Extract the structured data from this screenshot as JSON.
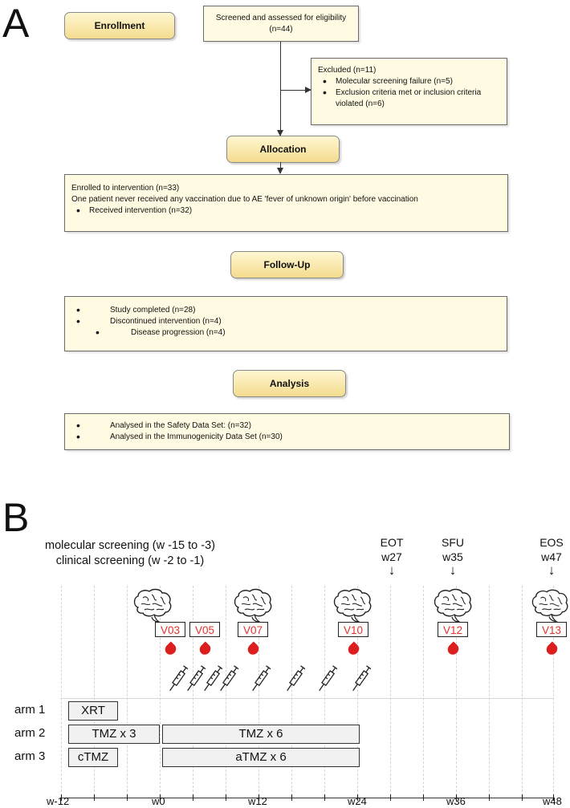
{
  "panel_a": {
    "letter": "A",
    "enrollment": {
      "header": "Enrollment",
      "screened_text": "Screened and assessed for eligibility (n=44)",
      "excluded_title": "Excluded (n=11)",
      "excluded_items": [
        "Molecular screening failure (n=5)",
        "Exclusion criteria met or inclusion criteria violated (n=6)"
      ]
    },
    "allocation": {
      "header": "Allocation",
      "line1": "Enrolled to intervention (n=33)",
      "line2": "One patient never received any vaccination due to AE 'fever of unknown origin' before vaccination",
      "item": "Received intervention (n=32)"
    },
    "followup": {
      "header": "Follow-Up",
      "items": [
        "Study completed (n=28)",
        "Discontinued intervention (n=4)"
      ],
      "subitem": "Disease progression (n=4)"
    },
    "analysis": {
      "header": "Analysis",
      "items": [
        "Analysed in the Safety Data Set: (n=32)",
        "Analysed in the Immunogenicity Data Set (n=30)"
      ]
    }
  },
  "panel_b": {
    "letter": "B",
    "screening_lines": [
      "molecular screening (w -15 to -3)",
      "clinical screening (w -2 to -1)"
    ],
    "milestones": [
      {
        "label": "EOT",
        "week": "w27"
      },
      {
        "label": "SFU",
        "week": "w35"
      },
      {
        "label": "EOS",
        "week": "w47"
      }
    ],
    "visits": [
      "V03",
      "V05",
      "V07",
      "V10",
      "V12",
      "V13"
    ],
    "arms": [
      {
        "name": "arm 1",
        "bars": [
          "XRT"
        ]
      },
      {
        "name": "arm 2",
        "bars": [
          "TMZ x 3",
          "TMZ x 6"
        ]
      },
      {
        "name": "arm 3",
        "bars": [
          "cTMZ",
          "aTMZ x 6"
        ]
      }
    ],
    "timeline_labels": [
      "w-12",
      "w0",
      "w12",
      "w24",
      "w36",
      "w48"
    ],
    "colors": {
      "visit_text": "#e4312b",
      "blood_drop": "#dc1e1e",
      "header_fill": "#f4dc8e",
      "box_fill": "#fffbe2"
    },
    "icons": [
      "brain-icon",
      "blood-drop-icon",
      "syringe-icon",
      "down-arrow-icon"
    ]
  }
}
